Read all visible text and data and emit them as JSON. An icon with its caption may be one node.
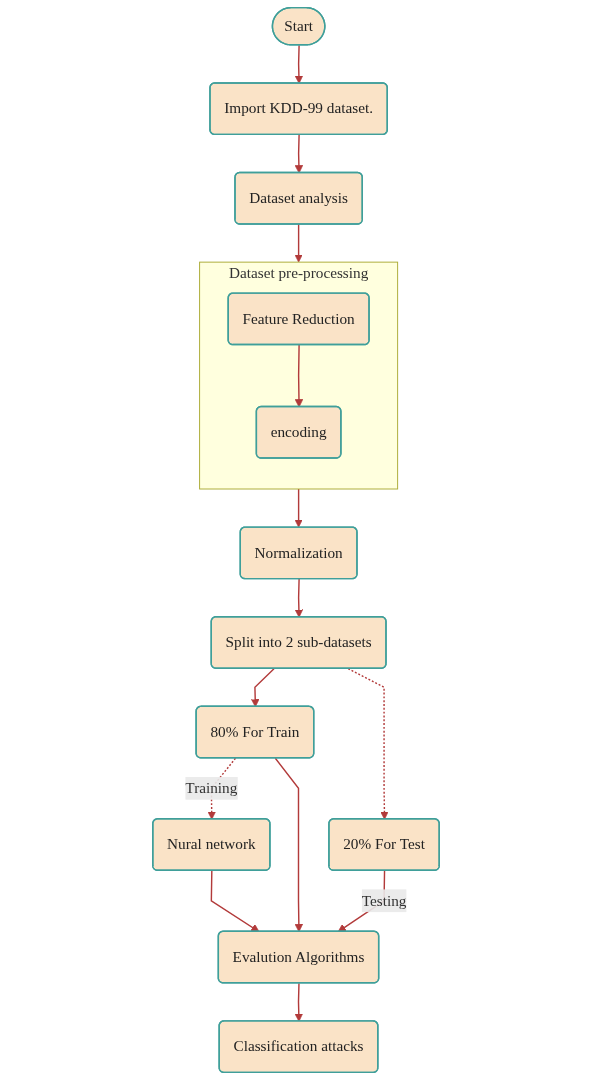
{
  "diagram": {
    "nodes": [
      {
        "text": [
          "Start"
        ]
      },
      {
        "text": [
          "Import KDD-99 dataset."
        ]
      },
      {
        "text": [
          "Dataset analysis"
        ]
      },
      {
        "text": [
          "Dataset pre-processing"
        ]
      },
      {
        "text": [
          "Feature Reduction"
        ],
        "in": 3
      },
      {
        "text": [
          "encoding"
        ],
        "in": 3
      },
      {
        "text": [
          "Normalization"
        ]
      },
      {
        "text": [
          "Split into 2 sub-datasets"
        ]
      },
      {
        "text": [
          "80% For Train"
        ]
      },
      {
        "text": [
          "20% For Test"
        ]
      },
      {
        "text": [
          "Nural network"
        ]
      },
      {
        "text": [
          "Evalution Algorithms"
        ]
      },
      {
        "text": [
          "Classification attacks"
        ]
      }
    ],
    "edges": [
      {
        "from": 0,
        "to": 1,
        "arrow": "to"
      },
      {
        "from": 1,
        "to": 2,
        "arrow": "to"
      },
      {
        "from": 2,
        "to": 3,
        "arrow": "to"
      },
      {
        "from": 4,
        "to": 5,
        "arrow": "to"
      },
      {
        "from": 3,
        "to": 6,
        "arrow": "to"
      },
      {
        "from": 6,
        "to": 7,
        "arrow": "to"
      },
      {
        "from": 7,
        "to": 8,
        "arrow": "to"
      },
      {
        "from": 7,
        "to": 9,
        "arrow": "to",
        "style": "dashed"
      },
      {
        "from": 8,
        "to": 10,
        "arrow": "to",
        "style": "dashed",
        "label": "Training"
      },
      {
        "from": 8,
        "to": 11,
        "arrow": "to"
      },
      {
        "from": 9,
        "to": 11,
        "arrow": "to",
        "label": "Testing"
      },
      {
        "from": 10,
        "to": 11,
        "arrow": "to"
      },
      {
        "from": 11,
        "to": 12,
        "arrow": "to"
      }
    ]
  }
}
